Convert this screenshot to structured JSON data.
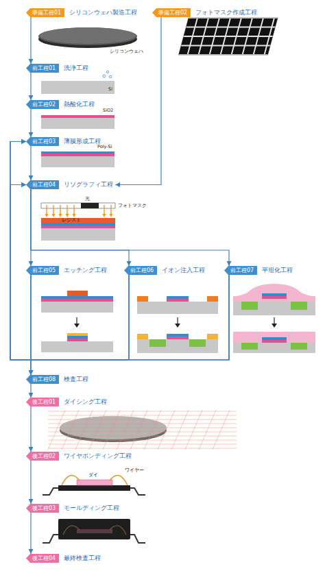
{
  "diagram": {
    "nodes": [
      {
        "text": [
          "準備工程01",
          "シリコンウェハ製造工程"
        ]
      },
      {
        "text": [
          "準備工程02",
          "フォトマスク作成工程"
        ]
      },
      {
        "text": [
          "前工程01",
          "洗浄工程"
        ]
      },
      {
        "text": [
          "前工程02",
          "熱酸化工程"
        ]
      },
      {
        "text": [
          "前工程03",
          "薄膜形成工程"
        ]
      },
      {
        "text": [
          "前工程04",
          "リソグラフィ工程"
        ]
      },
      {
        "text": [
          "前工程05",
          "エッチング工程"
        ]
      },
      {
        "text": [
          "前工程06",
          "イオン注入工程"
        ]
      },
      {
        "text": [
          "前工程07",
          "平坦化工程"
        ]
      },
      {
        "text": [
          "前工程08",
          "検査工程"
        ]
      },
      {
        "text": [
          "後工程01",
          "ダイシング工程"
        ]
      },
      {
        "text": [
          "後工程02",
          "ワイヤボンディング工程"
        ]
      },
      {
        "text": [
          "後工程03",
          "モールディング工程"
        ]
      },
      {
        "text": [
          "後工程04",
          "最終検査工程"
        ]
      }
    ],
    "edges": [
      {
        "from": 0,
        "to": 2,
        "arrow": "to"
      },
      {
        "from": 1,
        "to": 5,
        "arrow": "to"
      },
      {
        "from": 2,
        "to": 3,
        "arrow": "to"
      },
      {
        "from": 3,
        "to": 4,
        "arrow": "to"
      },
      {
        "from": 4,
        "to": 5,
        "arrow": "to"
      },
      {
        "from": 5,
        "to": 6,
        "arrow": "to"
      },
      {
        "from": 5,
        "to": 7,
        "arrow": "to"
      },
      {
        "from": 5,
        "to": 8,
        "arrow": "to"
      },
      {
        "from": 6,
        "to": 4,
        "arrow": "to"
      },
      {
        "from": 7,
        "to": 4,
        "arrow": "to"
      },
      {
        "from": 8,
        "to": 4,
        "arrow": "to"
      },
      {
        "from": 6,
        "to": 5,
        "arrow": "to"
      },
      {
        "from": 7,
        "to": 5,
        "arrow": "to"
      },
      {
        "from": 8,
        "to": 5,
        "arrow": "to"
      },
      {
        "from": 6,
        "to": 9,
        "arrow": "to"
      },
      {
        "from": 7,
        "to": 9,
        "arrow": "to"
      },
      {
        "from": 8,
        "to": 9,
        "arrow": "to"
      },
      {
        "from": 9,
        "to": 10,
        "arrow": "to"
      },
      {
        "from": 10,
        "to": 11,
        "arrow": "to"
      },
      {
        "from": 11,
        "to": 12,
        "arrow": "to"
      },
      {
        "from": 12,
        "to": 13,
        "arrow": "to"
      }
    ],
    "labels": [
      "シリコンウェハ",
      "Si",
      "SiO2",
      "Poly-Si",
      "光",
      "フォトマスク",
      "レジスト",
      "ダイ",
      "ワイヤー"
    ]
  }
}
